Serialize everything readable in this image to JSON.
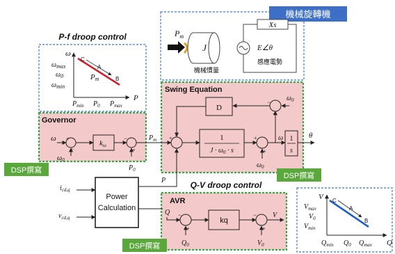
{
  "title_top": "機械旋轉機",
  "pf_chart": {
    "title": "P-f droop control",
    "y_axis": "ω",
    "x_axis": "P",
    "y_ticks": [
      "ω",
      "max",
      "ω",
      "0",
      "ω",
      "min"
    ],
    "x_ticks": [
      "P",
      "min",
      "P",
      "0",
      "P",
      "max"
    ],
    "line_label": "P",
    "line_label_sub": "m",
    "points": [
      "C",
      "A",
      "B"
    ]
  },
  "qv_chart": {
    "title": "Q-V droop control",
    "y_axis": "V",
    "x_axis": "Q",
    "y_ticks": [
      "V",
      "max",
      "V",
      "0",
      "V",
      "min"
    ],
    "x_ticks": [
      "Q",
      "min",
      "Q",
      "0",
      "Q",
      "max"
    ],
    "points": [
      "C",
      "A",
      "B"
    ]
  },
  "machine": {
    "pm": "P",
    "pm_sub": "m",
    "inertia": "J",
    "inertia_caption": "機械慣量",
    "reactance": "Xs",
    "emf": "E∠θ",
    "emf_caption": "感應電勢"
  },
  "governor": {
    "title": "Governor",
    "omega": "ω",
    "omega0": "ω",
    "omega0_sub": "0",
    "gain": "k",
    "gain_sub": "ω",
    "p0": "P",
    "p0_sub": "0",
    "pm_out": "P",
    "pm_out_sub": "m",
    "p_feedback": "P"
  },
  "swing": {
    "title": "Swing Equation",
    "damping": "D",
    "tf_num": "1",
    "tf_den": "J · ω",
    "tf_den_sub": "0",
    "tf_den_tail": " · s",
    "omega": "ω",
    "omega0": "ω",
    "omega0_sub": "0",
    "int_num": "1",
    "int_den": "s",
    "theta": "θ"
  },
  "power_calc": {
    "line1": "Power",
    "line2": "Calculation",
    "in1": "i",
    "in1_sub": "cd,q",
    "in2": "v",
    "in2_sub": "cd,q"
  },
  "avr": {
    "title": "AVR",
    "q": "Q",
    "q0": "Q",
    "q0_sub": "0",
    "gain": "kq",
    "v": "V",
    "v0": "V",
    "v0_sub": "0"
  },
  "dsp_badge": "DSP撰寫",
  "colors": {
    "pink": "#f4c9c9",
    "green_dash": "#3aa84a",
    "blue_dash": "#5b8fd6",
    "badge_green": "#5aa83c",
    "badge_blue": "#3e6fc6",
    "red_line": "#d11f2a",
    "blue_line": "#1f5fc6"
  }
}
